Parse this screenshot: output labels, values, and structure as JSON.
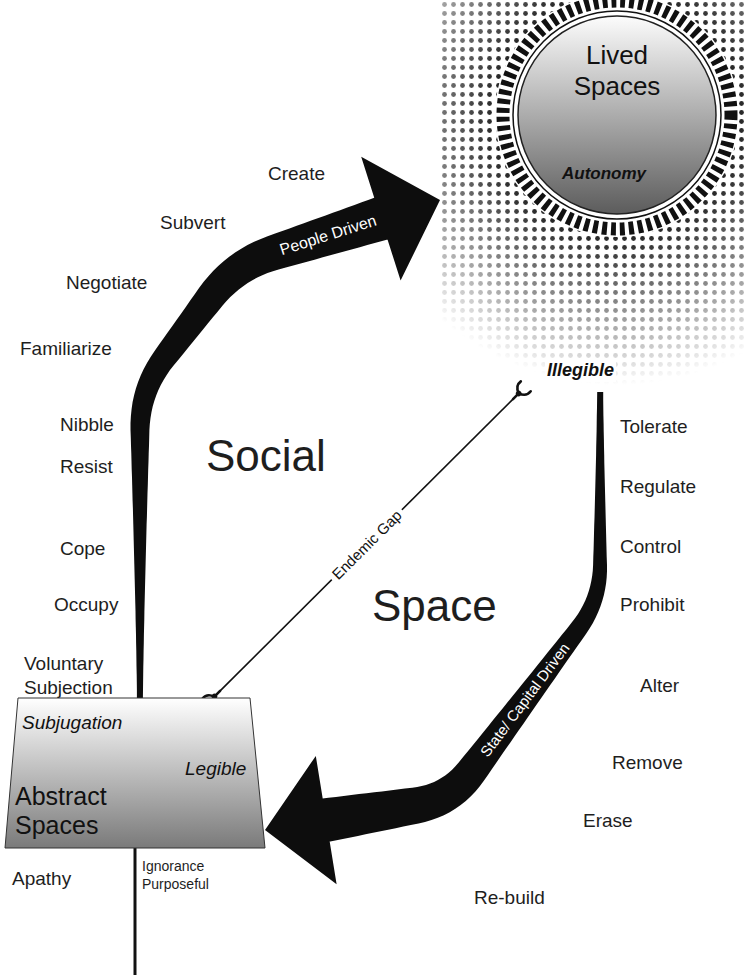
{
  "diagram": {
    "nodes": [
      {
        "text": [
          "Lived Spaces",
          "Autonomy",
          "Illegible"
        ]
      },
      {
        "text": [
          "Subjugation",
          "Legible",
          "Abstract Spaces"
        ]
      }
    ],
    "edges": [
      {
        "from": 1,
        "to": 0,
        "arrow": "to",
        "label": "People Driven"
      },
      {
        "from": 0,
        "to": 1,
        "arrow": "to",
        "label": "State/ Capital Driven"
      },
      {
        "from": 1,
        "to": 0,
        "arrow": "none",
        "label": "Endemic Gap"
      }
    ],
    "labels": [
      "Create",
      "Subvert",
      "Negotiate",
      "Familiarize",
      "Nibble",
      "Resist",
      "Cope",
      "Occupy",
      "Voluntary Subjection",
      "Social",
      "Space",
      "Tolerate",
      "Regulate",
      "Control",
      "Prohibit",
      "Alter",
      "Remove",
      "Erase",
      "Re-build",
      "Apathy",
      "Ignorance Purposeful"
    ]
  }
}
